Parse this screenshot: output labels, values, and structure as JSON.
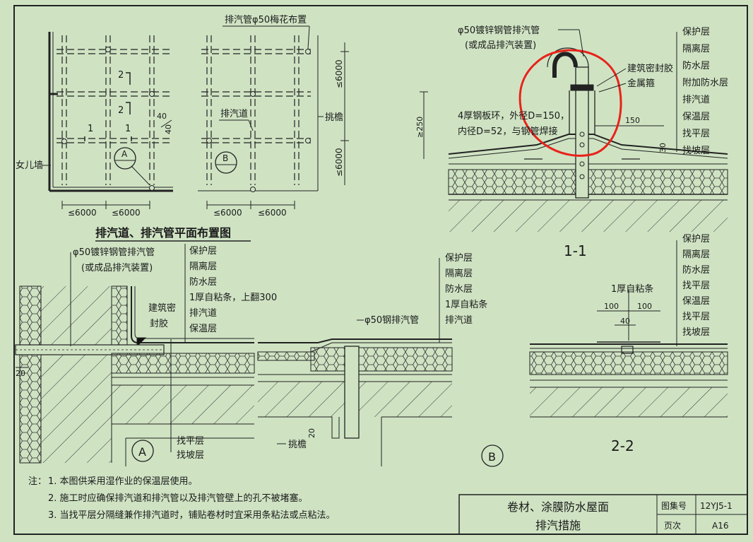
{
  "plan": {
    "vent_pipe_plum_label": "排汽管φ50梅花布置",
    "vent_channel_label": "排汽道",
    "eave_label": "挑檐",
    "parapet_label": "女儿墙",
    "dim_6000": "≤6000",
    "dim_40": "40",
    "marker_a": "A",
    "marker_b": "B",
    "sec_1": "1",
    "sec_2": "2",
    "title": "排汽道、排汽管平面布置图"
  },
  "detail11": {
    "pipe_label_line1": "φ50镀锌钢管排汽管",
    "pipe_label_line2": "(或成品排汽装置)",
    "sealant_label": "建筑密封胶",
    "cap_label": "金属箍",
    "plate_line1": "4厚钢板环，外径D=150，",
    "plate_line2": "内径D=52，与钢管焊接",
    "dim_250": "≥250",
    "dim_150": "150",
    "dim_30": "30",
    "layers": [
      "保护层",
      "隔离层",
      "防水层",
      "附加防水层",
      "排汽道",
      "保温层",
      "找平层",
      "找坡层"
    ],
    "title": "1-1"
  },
  "detailA": {
    "pipe_label_line1": "φ50镀锌钢管排汽管",
    "pipe_label_line2": "(或成品排汽装置)",
    "layers": [
      "保护层",
      "隔离层",
      "防水层",
      "1厚自粘条，上翻300",
      "排汽道",
      "保温层"
    ],
    "sealant_line1": "建筑密",
    "sealant_line2": "封胶",
    "bottom_layers": [
      "找平层",
      "找坡层"
    ],
    "dim_20": "20",
    "marker": "A"
  },
  "detailB": {
    "layers": [
      "保护层",
      "隔离层",
      "防水层",
      "1厚自粘条",
      "排汽道"
    ],
    "pipe_label": "φ50钢排汽管",
    "eave_label": "挑檐",
    "dim_20": "20",
    "marker": "B"
  },
  "detail22": {
    "layers": [
      "保护层",
      "隔离层",
      "防水层",
      "找平层",
      "保温层",
      "找平层",
      "找坡层"
    ],
    "strip_label": "1厚自粘条",
    "dim_100a": "100",
    "dim_100b": "100",
    "dim_40": "40",
    "title": "2-2"
  },
  "notes": {
    "prefix": "注：",
    "items": [
      "1. 本图供采用湿作业的保温层使用。",
      "2. 施工时应确保排汽道和排汽管以及排汽管壁上的孔不被堵塞。",
      "3. 当找平层分隔缝兼作排汽道时，铺贴卷材时宜采用条粘法或点粘法。"
    ]
  },
  "titleblock": {
    "title_line1": "卷材、涂膜防水屋面",
    "title_line2": "排汽措施",
    "atlas_label": "图集号",
    "atlas_value": "12YJ5-1",
    "page_label": "页次",
    "page_value": "A16"
  },
  "colors": {
    "background": "#cfe3c3",
    "ink": "#1a1a1a",
    "highlight": "#e8221a"
  }
}
